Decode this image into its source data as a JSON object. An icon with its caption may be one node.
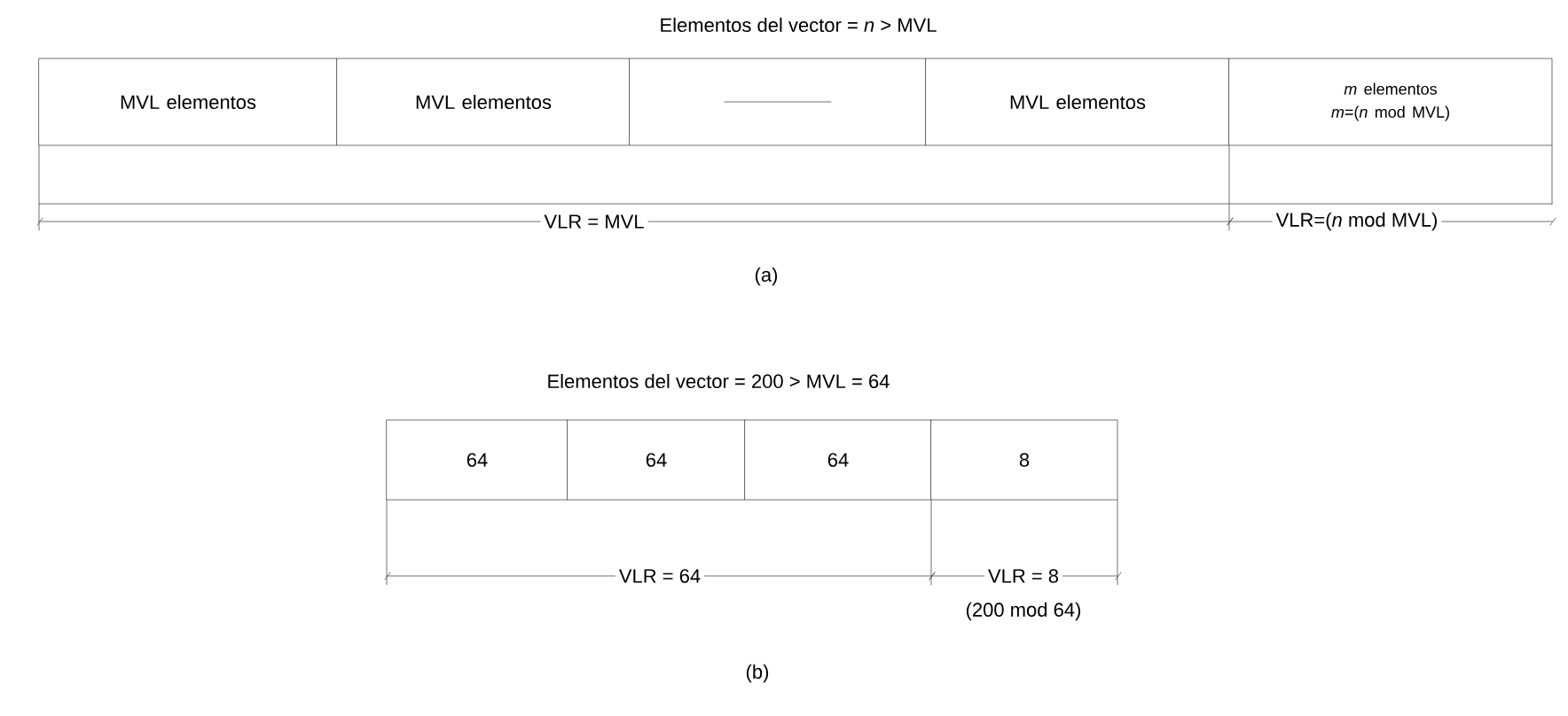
{
  "diagram": {
    "nodes": [
      {
        "text": [
          "MVL elementos"
        ]
      },
      {
        "text": [
          "MVL elementos"
        ]
      },
      {
        "text": [],
        "shape": "box"
      },
      {
        "text": [
          "MVL elementos"
        ]
      },
      {
        "text": [
          "*m* elementos",
          "*m*=(*n* mod MVL)"
        ]
      },
      {
        "text": [
          "64"
        ]
      },
      {
        "text": [
          "64"
        ]
      },
      {
        "text": [
          "64"
        ]
      },
      {
        "text": [
          "8"
        ]
      }
    ],
    "labels": [
      "Elementos del vector = *n* > MVL",
      "VLR = MVL",
      "VLR=(*n* mod MVL)",
      "(a)",
      "Elementos del vector = 200 > MVL = 64",
      "VLR = 64",
      "VLR = 8",
      "(200 mod 64)",
      "(b)"
    ]
  }
}
